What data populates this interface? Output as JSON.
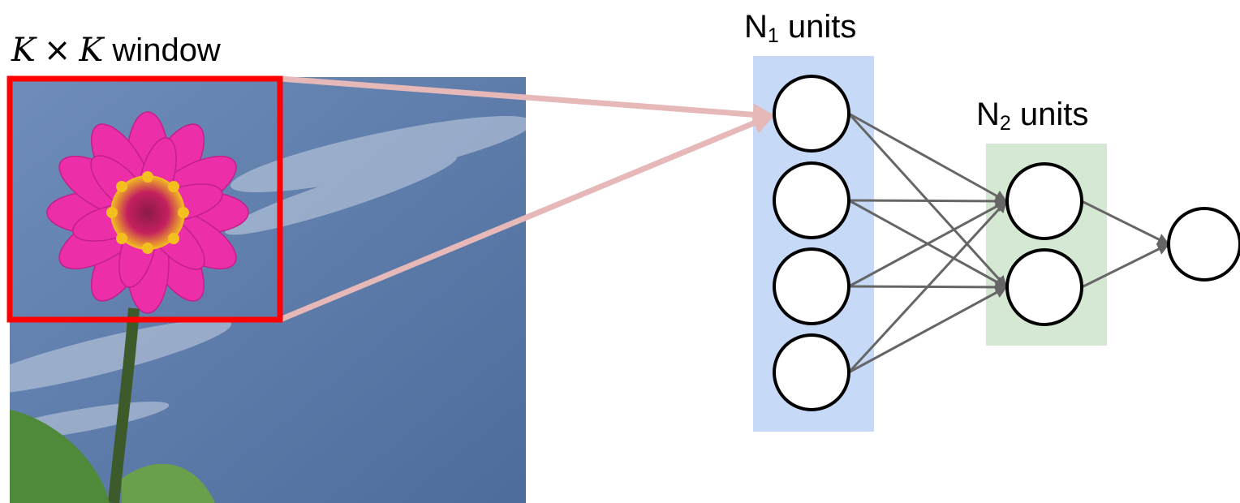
{
  "window_label": {
    "k": "K",
    "times": "×",
    "k2": "K",
    "word": "window"
  },
  "layer1": {
    "n": "N",
    "sub": "1",
    "word": "units",
    "units": 4
  },
  "layer2": {
    "n": "N",
    "sub": "2",
    "word": "units",
    "units": 2
  },
  "output": {
    "units": 1
  },
  "colors": {
    "window_border": "#ff0000",
    "projection_arrow": "#e6b9b8",
    "layer1_bg": "#c6d9f6",
    "layer2_bg": "#d5e8d4",
    "connection": "#666666",
    "sky": "#5a79a6",
    "petal": "#ec2fa8",
    "flower_center": "#f4c020",
    "leaf": "#4f8a3a"
  },
  "icons": {
    "photo": "flower-photo",
    "node": "circle-node"
  }
}
